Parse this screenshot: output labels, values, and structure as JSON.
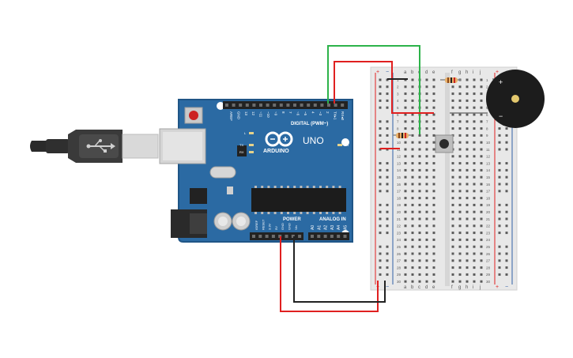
{
  "arduino": {
    "brand": "ARDUINO",
    "model": "UNO",
    "digital_label": "DIGITAL (PWM~)",
    "power_label": "POWER",
    "analog_label": "ANALOG IN",
    "on_label": "ON",
    "led_l": "L",
    "led_tx": "TX",
    "led_rx": "RX",
    "digital_pins": [
      "AREF",
      "GND",
      "13",
      "12",
      "~11",
      "~10",
      "~9",
      "8",
      "7",
      "~6",
      "~5",
      "4",
      "~3",
      "2",
      "TX▸1",
      "RX◂0"
    ],
    "power_pins": [
      "IOREF",
      "RESET",
      "3.3V",
      "5V",
      "GND",
      "GND",
      "Vin"
    ],
    "analog_pins": [
      "A0",
      "A1",
      "A2",
      "A3",
      "A4",
      "A5"
    ]
  },
  "breadboard": {
    "columns_left": [
      "a",
      "b",
      "c",
      "d",
      "e"
    ],
    "columns_right": [
      "f",
      "g",
      "h",
      "i",
      "j"
    ],
    "row_count": 30,
    "rail_plus": "+",
    "rail_minus": "−"
  },
  "buzzer": {
    "plus_label": "+",
    "minus_label": "−"
  },
  "colors": {
    "board": "#2b6aa3",
    "wire_red": "#e02020",
    "wire_black": "#222222",
    "wire_green": "#2db34a",
    "breadboard": "#e8e8e8"
  }
}
